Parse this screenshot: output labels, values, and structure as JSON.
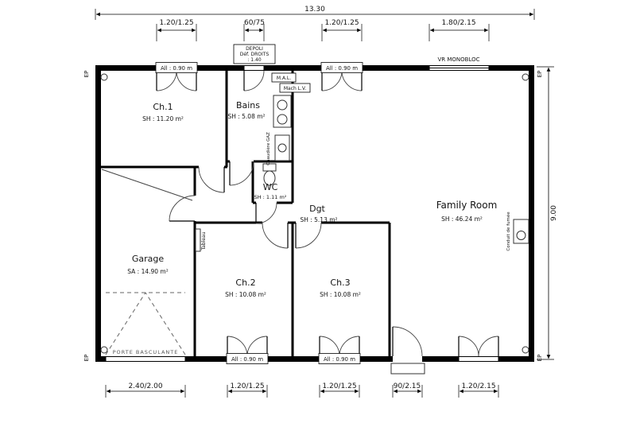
{
  "plan": {
    "overall": {
      "width_label": "13.30",
      "height_label": "9.00"
    },
    "dims_top": [
      "1.20/1.25",
      "60/75",
      "1.20/1.25",
      "1.80/2.15"
    ],
    "dims_bottom": [
      "2.40/2.00",
      "1.20/1.25",
      "1.20/1.25",
      "90/2.15",
      "1.20/2.15"
    ],
    "rooms": [
      {
        "name": "Ch.1",
        "area": "SH : 11.20 m²"
      },
      {
        "name": "Bains",
        "area": "SH : 5.08 m²"
      },
      {
        "name": "WC",
        "area": "SH : 1.11 m²"
      },
      {
        "name": "Dgt",
        "area": "SH : 5.13 m²"
      },
      {
        "name": "Family Room",
        "area": "SH : 46.24 m²"
      },
      {
        "name": "Garage",
        "area": "SA : 14.90 m²"
      },
      {
        "name": "Ch.2",
        "area": "SH : 10.08 m²"
      },
      {
        "name": "Ch.3",
        "area": "SH : 10.08 m²"
      }
    ],
    "notes": {
      "sill": "All : 0.90 m",
      "depoli_1": "DEPOLI",
      "depoli_2": "Déf. DROITS",
      "depoli_3": ": 1.40",
      "vr": "VR MONOBLOC",
      "mal": "M.A.L.",
      "mlv": "Mach L.V.",
      "boiler": "Chaudière GAZ",
      "panel": "Tableau",
      "garage_door": "PORTE BASCULANTE",
      "flue": "Conduit de fumée",
      "ep": "EP"
    }
  }
}
